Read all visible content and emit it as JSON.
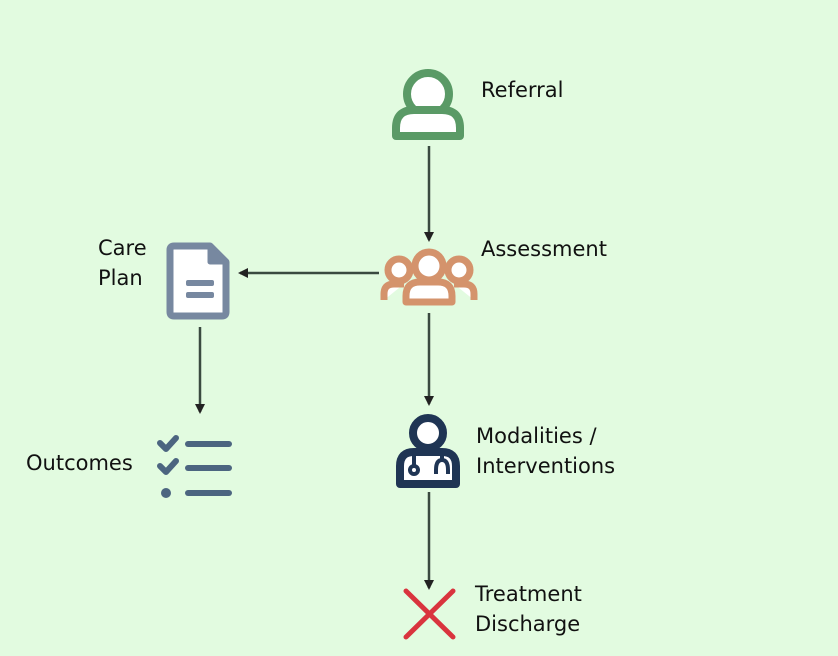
{
  "diagram": {
    "title": "Care pathway flow",
    "colors": {
      "background": "#e2fbe0",
      "referral": "#5a9a66",
      "assessment": "#d4936c",
      "care_plan": "#7788a0",
      "outcomes": "#4c6580",
      "modalities": "#1f3554",
      "discharge": "#d9343e",
      "arrow": "#333333"
    },
    "nodes": [
      {
        "id": "referral",
        "label": "Referral",
        "icon": "user-icon"
      },
      {
        "id": "assessment",
        "label": "Assessment",
        "icon": "group-icon"
      },
      {
        "id": "care_plan",
        "label": "Care\nPlan",
        "icon": "document-icon"
      },
      {
        "id": "outcomes",
        "label": "Outcomes",
        "icon": "checklist-icon"
      },
      {
        "id": "modalities",
        "label": "Modalities /\nInterventions",
        "icon": "doctor-stethoscope-icon"
      },
      {
        "id": "discharge",
        "label": "Treatment\nDischarge",
        "icon": "x-mark-icon"
      }
    ],
    "edges": [
      {
        "from": "referral",
        "to": "assessment"
      },
      {
        "from": "assessment",
        "to": "care_plan"
      },
      {
        "from": "care_plan",
        "to": "outcomes"
      },
      {
        "from": "assessment",
        "to": "modalities"
      },
      {
        "from": "modalities",
        "to": "discharge"
      }
    ]
  }
}
